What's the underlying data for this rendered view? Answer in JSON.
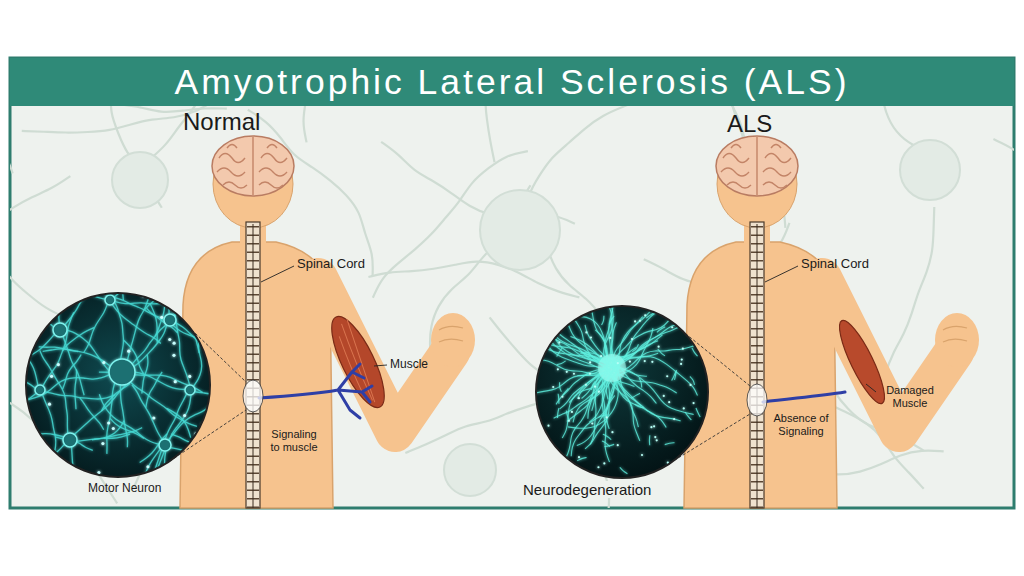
{
  "diagram": {
    "title": "Amyotrophic Lateral Sclerosis (ALS)",
    "labels": [
      "Normal",
      "Spinal Cord",
      "Muscle",
      "Signaling to muscle",
      "Motor Neuron",
      "ALS",
      "Spinal Cord",
      "Damaged Muscle",
      "Absence of Signaling",
      "Neurodegeneration"
    ]
  }
}
